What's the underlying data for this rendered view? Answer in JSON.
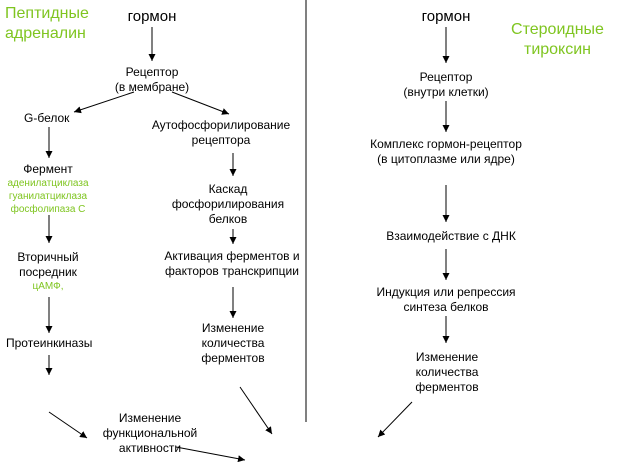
{
  "left_panel": {
    "category": [
      "Пептидные",
      "адреналин"
    ],
    "hormone": "гормон",
    "receptor": [
      "Рецептор",
      "(в мембране)"
    ],
    "g_protein": "G-белок",
    "enzyme": "Фермент",
    "enzyme_examples": [
      "аденилатциклаза",
      "гуанилатциклаза",
      "фосфолипаза С"
    ],
    "second_messenger": [
      "Вторичный",
      "посредник"
    ],
    "second_messenger_example": "цАМФ,",
    "protein_kinases": "Протеинкиназы",
    "autophosphorylation": [
      "Аутофосфорилирование",
      "рецептора"
    ],
    "cascade": [
      "Каскад",
      "фосфорилирования",
      "белков"
    ],
    "activation": [
      "Активация ферментов и",
      "факторов транскрипции"
    ],
    "enzyme_change": [
      "Изменение",
      "количества",
      "ферментов"
    ],
    "functional_change": [
      "Изменение",
      "функциональной",
      "активности"
    ]
  },
  "right_panel": {
    "category": [
      "Стероидные",
      "тироксин"
    ],
    "hormone": "гормон",
    "receptor": [
      "Рецептор",
      "(внутри клетки)"
    ],
    "complex": [
      "Комплекс гормон-рецептор",
      "(в цитоплазме или ядре)"
    ],
    "dna_interaction": "Взаимодействие с ДНК",
    "induction": [
      "Индукция или репрессия",
      "синтеза белков"
    ],
    "enzyme_change": [
      "Изменение",
      "количества",
      "ферментов"
    ]
  },
  "colors": {
    "accent_green": "#7fc520",
    "text": "#000000",
    "background": "#ffffff"
  }
}
